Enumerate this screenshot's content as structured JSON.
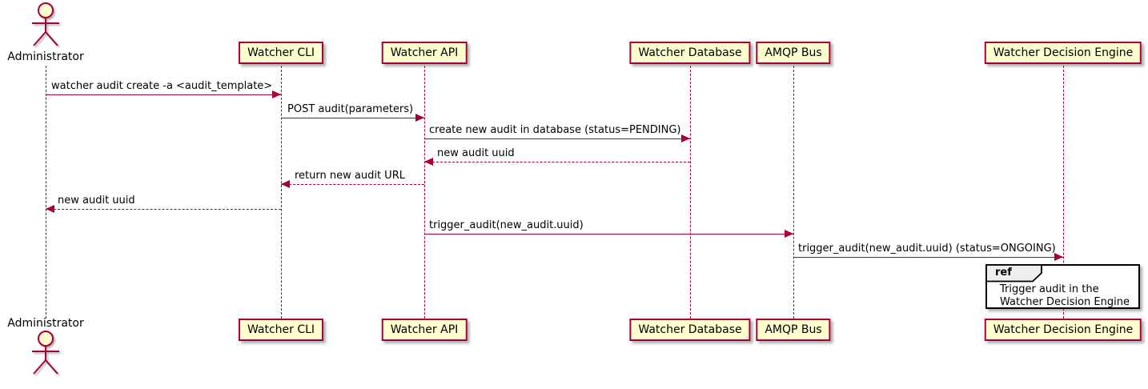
{
  "actor": {
    "name": "Administrator"
  },
  "participants": [
    {
      "name": "Watcher CLI"
    },
    {
      "name": "Watcher API"
    },
    {
      "name": "Watcher Database"
    },
    {
      "name": "AMQP Bus"
    },
    {
      "name": "Watcher Decision Engine"
    }
  ],
  "messages": [
    {
      "from": "Administrator",
      "to": "Watcher CLI",
      "label": "watcher audit create -a <audit_template>",
      "line_style": "solid",
      "direction": "right"
    },
    {
      "from": "Watcher CLI",
      "to": "Watcher API",
      "label": "POST audit(parameters)",
      "line_style": "solid",
      "direction": "right"
    },
    {
      "from": "Watcher API",
      "to": "Watcher Database",
      "label": "create new audit in database (status=PENDING)",
      "line_style": "solid",
      "direction": "right"
    },
    {
      "from": "Watcher Database",
      "to": "Watcher API",
      "label": "new audit uuid",
      "line_style": "dashed",
      "direction": "left"
    },
    {
      "from": "Watcher API",
      "to": "Watcher CLI",
      "label": "return new audit URL",
      "line_style": "dashed",
      "direction": "left"
    },
    {
      "from": "Watcher CLI",
      "to": "Administrator",
      "label": "new audit uuid",
      "line_style": "dashed",
      "direction": "left"
    },
    {
      "from": "Watcher API",
      "to": "AMQP Bus",
      "label": "trigger_audit(new_audit.uuid)",
      "line_style": "solid",
      "direction": "right"
    },
    {
      "from": "AMQP Bus",
      "to": "Watcher Decision Engine",
      "label": "trigger_audit(new_audit.uuid) (status=ONGOING)",
      "line_style": "solid",
      "direction": "right"
    }
  ],
  "ref_fragment": {
    "keyword": "ref",
    "over": "Watcher Decision Engine",
    "lines": [
      "Trigger audit in the",
      "Watcher Decision Engine"
    ]
  },
  "colors": {
    "participant_fill": "#FEFECE",
    "participant_border": "#A80036",
    "line_color": "#A80036",
    "text_color": "#000000",
    "ref_tag_fill": "#EEEEEE",
    "ref_border": "#000000",
    "background": "#FFFFFF"
  }
}
